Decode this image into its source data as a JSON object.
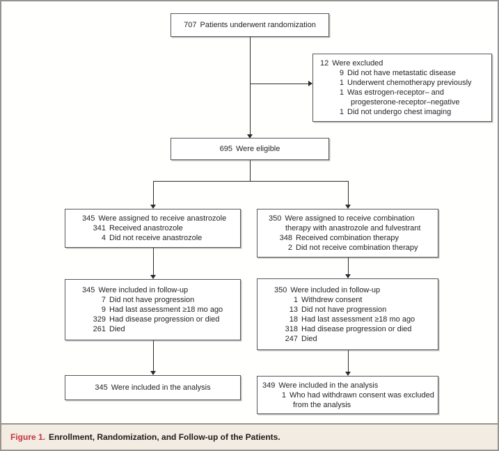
{
  "colors": {
    "accent_red": "#c4333f",
    "caption_bg": "#f3ece2",
    "border_gray": "#96948f",
    "box_border": "#55565a",
    "line_color": "#2b2b2b"
  },
  "caption": {
    "label": "Figure 1.",
    "title": "Enrollment, Randomization, and Follow-up of the Patients."
  },
  "boxes": {
    "randomized": {
      "lines": [
        {
          "num": "707",
          "text": "Patients underwent randomization",
          "indent": 0
        }
      ]
    },
    "excluded": {
      "lines": [
        {
          "num": "12",
          "text": "Were excluded",
          "indent": 0
        },
        {
          "num": "9",
          "text": "Did not have metastatic disease",
          "indent": 1
        },
        {
          "num": "1",
          "text": "Underwent chemotherapy previously",
          "indent": 1
        },
        {
          "num": "1",
          "text": "Was estrogen-receptor– and",
          "indent": 1
        },
        {
          "num": "",
          "text": "progesterone-receptor–negative",
          "indent": 3
        },
        {
          "num": "1",
          "text": "Did not undergo chest imaging",
          "indent": 1
        }
      ]
    },
    "eligible": {
      "lines": [
        {
          "num": "695",
          "text": "Were eligible",
          "indent": 0
        }
      ]
    },
    "assign_left": {
      "lines": [
        {
          "num": "345",
          "text": "Were assigned to receive anastrozole",
          "indent": 0
        },
        {
          "num": "341",
          "text": "Received anastrozole",
          "indent": 1
        },
        {
          "num": "4",
          "text": "Did not receive anastrozole",
          "indent": 1
        }
      ]
    },
    "assign_right": {
      "lines": [
        {
          "num": "350",
          "text": "Were assigned to receive combination",
          "indent": 0
        },
        {
          "num": "",
          "text": "therapy with anastrozole and fulvestrant",
          "indent": 2
        },
        {
          "num": "348",
          "text": "Received combination therapy",
          "indent": 1
        },
        {
          "num": "2",
          "text": "Did not receive combination therapy",
          "indent": 1
        }
      ]
    },
    "followup_left": {
      "lines": [
        {
          "num": "345",
          "text": "Were included in follow-up",
          "indent": 0
        },
        {
          "num": "7",
          "text": "Did not have progression",
          "indent": 1
        },
        {
          "num": "9",
          "text": "Had last assessment ≥18 mo ago",
          "indent": 1
        },
        {
          "num": "329",
          "text": "Had disease progression or died",
          "indent": 1
        },
        {
          "num": "261",
          "text": "Died",
          "indent": 1
        }
      ]
    },
    "followup_right": {
      "lines": [
        {
          "num": "350",
          "text": "Were included in follow-up",
          "indent": 0
        },
        {
          "num": "1",
          "text": "Withdrew consent",
          "indent": 1
        },
        {
          "num": "13",
          "text": "Did not have progression",
          "indent": 1
        },
        {
          "num": "18",
          "text": "Had last assessment ≥18 mo ago",
          "indent": 1
        },
        {
          "num": "318",
          "text": "Had disease progression or died",
          "indent": 1
        },
        {
          "num": "247",
          "text": "Died",
          "indent": 1
        }
      ]
    },
    "analysis_left": {
      "lines": [
        {
          "num": "345",
          "text": "Were included in the analysis",
          "indent": 0
        }
      ]
    },
    "analysis_right": {
      "lines": [
        {
          "num": "349",
          "text": "Were included in the analysis",
          "indent": 0
        },
        {
          "num": "1",
          "text": "Who had withdrawn consent was excluded",
          "indent": 1
        },
        {
          "num": "",
          "text": "from the analysis",
          "indent": 3
        }
      ]
    }
  }
}
